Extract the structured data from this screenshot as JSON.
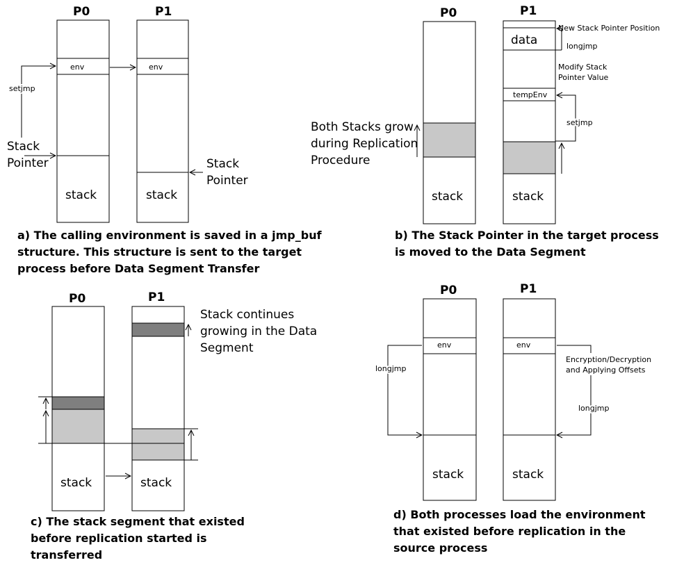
{
  "panel_a": {
    "p0": "P0",
    "p1": "P1",
    "env_p0": "env",
    "env_p1": "env",
    "setjmp": "setjmp",
    "stack_pointer_left": [
      "Stack",
      "Pointer"
    ],
    "stack_pointer_right": [
      "Stack",
      "Pointer"
    ],
    "stack_p0": "stack",
    "stack_p1": "stack",
    "caption": [
      "a) The calling environment is saved in a jmp_buf",
      "structure. This structure is sent to the target",
      "process before Data Segment Transfer"
    ]
  },
  "panel_b": {
    "p0": "P0",
    "p1": "P1",
    "data": "data",
    "new_sp": "New Stack Pointer Position",
    "longjmp": "longjmp",
    "modify_sp": [
      "Modify Stack",
      "Pointer Value"
    ],
    "temp_env": "tempEnv",
    "setjmp": "setjmp",
    "both_grow": [
      "Both Stacks grow",
      "during Replication",
      "Procedure"
    ],
    "stack_p0": "stack",
    "stack_p1": "stack",
    "caption": [
      "b) The Stack Pointer in the target process",
      "is moved to the Data Segment"
    ]
  },
  "panel_c": {
    "p0": "P0",
    "p1": "P1",
    "continues": [
      "Stack continues",
      "growing in the Data",
      "Segment"
    ],
    "stack_p0": "stack",
    "stack_p1": "stack",
    "caption": [
      "c) The stack segment that existed",
      "before replication started is",
      "transferred"
    ]
  },
  "panel_d": {
    "p0": "P0",
    "p1": "P1",
    "env_p0": "env",
    "env_p1": "env",
    "longjmp_left": "longjmp",
    "enc": [
      "Encryption/Decryption",
      "and Applying Offsets"
    ],
    "longjmp_right": "longjmp",
    "stack_p0": "stack",
    "stack_p1": "stack",
    "caption": [
      "d) Both processes load the environment",
      "that existed before replication in the",
      "source process"
    ]
  }
}
